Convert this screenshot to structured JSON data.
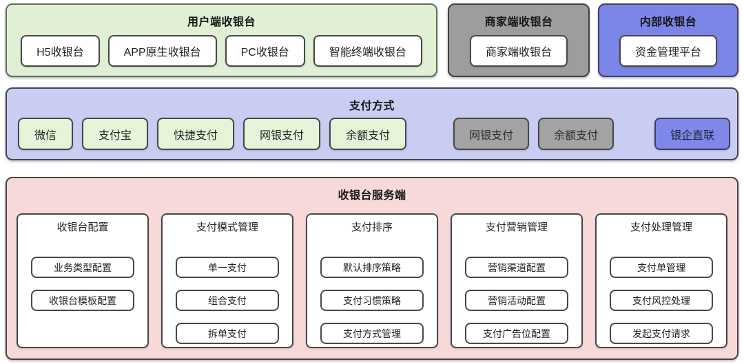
{
  "palette": {
    "green_panel": "#e1f0d4",
    "green_chip": "#e6f4da",
    "gray_panel": "#9d9d9d",
    "gray_chip": "#a3a3a3",
    "blue_panel": "#7b85e8",
    "purple_panel": "#c9cdf2",
    "pink_panel": "#f8d9da",
    "border": "#474747",
    "white_box": "#ffffff"
  },
  "top": {
    "panels": [
      {
        "title": "用户端收银台",
        "items": [
          "H5收银台",
          "APP原生收银台",
          "PC收银台",
          "智能终端收银台"
        ]
      },
      {
        "title": "商家端收银台",
        "items": [
          "商家端收银台"
        ]
      },
      {
        "title": "内部收银台",
        "items": [
          "资金管理平台"
        ]
      }
    ]
  },
  "payments": {
    "title": "支付方式",
    "user_methods": [
      "微信",
      "支付宝",
      "快捷支付",
      "网银支付",
      "余额支付"
    ],
    "merchant_methods": [
      "网银支付",
      "余额支付"
    ],
    "internal_methods": [
      "银企直联"
    ]
  },
  "server": {
    "title": "收银台服务端",
    "columns": [
      {
        "title": "收银台配置",
        "items": [
          "业务类型配置",
          "收银台模板配置"
        ]
      },
      {
        "title": "支付模式管理",
        "items": [
          "单一支付",
          "组合支付",
          "拆单支付"
        ]
      },
      {
        "title": "支付排序",
        "items": [
          "默认排序策略",
          "支付习惯策略",
          "支付方式管理"
        ]
      },
      {
        "title": "支付营销管理",
        "items": [
          "营销渠道配置",
          "营销活动配置",
          "支付广告位配置"
        ]
      },
      {
        "title": "支付处理管理",
        "items": [
          "支付单管理",
          "支付风控处理",
          "发起支付请求"
        ]
      }
    ]
  }
}
